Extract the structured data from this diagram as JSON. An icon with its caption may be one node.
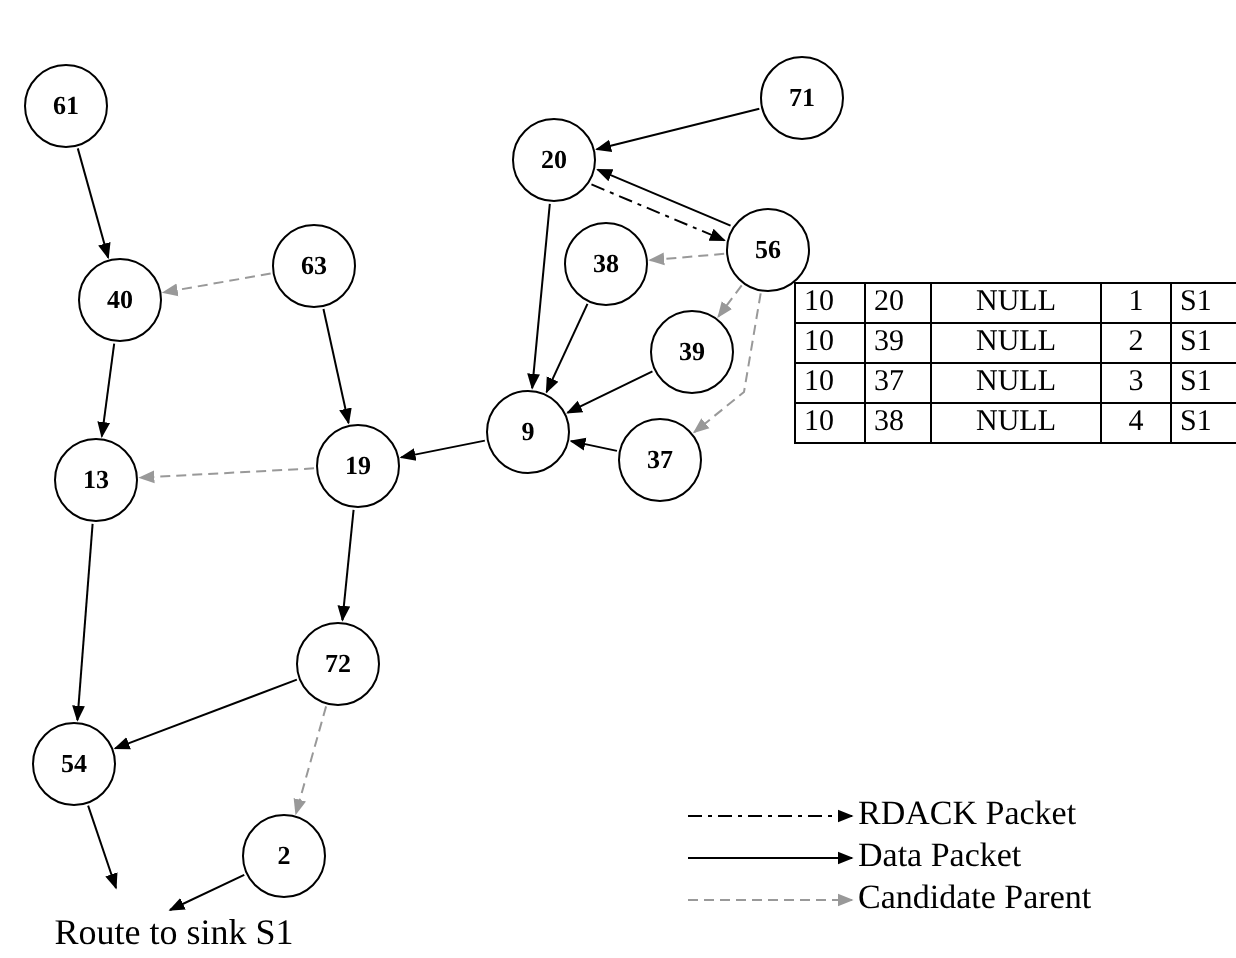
{
  "diagram": {
    "nodes": [
      {
        "text": [
          "61"
        ]
      },
      {
        "text": [
          "71"
        ]
      },
      {
        "text": [
          "20"
        ]
      },
      {
        "text": [
          "56"
        ]
      },
      {
        "text": [
          "38"
        ]
      },
      {
        "text": [
          "63"
        ]
      },
      {
        "text": [
          "40"
        ]
      },
      {
        "text": [
          "39"
        ]
      },
      {
        "text": [
          "9"
        ]
      },
      {
        "text": [
          "37"
        ]
      },
      {
        "text": [
          "13"
        ]
      },
      {
        "text": [
          "19"
        ]
      },
      {
        "text": [
          "72"
        ]
      },
      {
        "text": [
          "54"
        ]
      },
      {
        "text": [
          "2"
        ]
      },
      {
        "text": [
          "Route to sink S1"
        ]
      }
    ],
    "edges": [
      {
        "from": 0,
        "to": 6,
        "arrow": "to"
      },
      {
        "from": 1,
        "to": 2,
        "arrow": "to"
      },
      {
        "from": 2,
        "to": 3,
        "arrow": "to",
        "style": "dashed"
      },
      {
        "from": 3,
        "to": 2,
        "arrow": "to"
      },
      {
        "from": 3,
        "to": 4,
        "arrow": "to",
        "style": "dashed",
        "color": "#999999"
      },
      {
        "from": 3,
        "to": 7,
        "arrow": "to",
        "style": "dashed",
        "color": "#999999"
      },
      {
        "from": 3,
        "to": 9,
        "arrow": "to",
        "style": "dashed",
        "color": "#999999"
      },
      {
        "from": 2,
        "to": 8,
        "arrow": "to"
      },
      {
        "from": 4,
        "to": 8,
        "arrow": "to"
      },
      {
        "from": 7,
        "to": 8,
        "arrow": "to"
      },
      {
        "from": 9,
        "to": 8,
        "arrow": "to"
      },
      {
        "from": 8,
        "to": 11,
        "arrow": "to"
      },
      {
        "from": 5,
        "to": 6,
        "arrow": "to",
        "style": "dashed",
        "color": "#999999"
      },
      {
        "from": 5,
        "to": 11,
        "arrow": "to"
      },
      {
        "from": 6,
        "to": 10,
        "arrow": "to"
      },
      {
        "from": 11,
        "to": 10,
        "arrow": "to",
        "style": "dashed",
        "color": "#999999"
      },
      {
        "from": 11,
        "to": 12,
        "arrow": "to"
      },
      {
        "from": 10,
        "to": 13,
        "arrow": "to"
      },
      {
        "from": 12,
        "to": 13,
        "arrow": "to"
      },
      {
        "from": 12,
        "to": 14,
        "arrow": "to",
        "style": "dashed",
        "color": "#999999"
      },
      {
        "from": 13,
        "to": 15,
        "arrow": "to"
      },
      {
        "from": 14,
        "to": 15,
        "arrow": "to"
      }
    ],
    "labels": [
      "10",
      "20",
      "NULL",
      "1",
      "S1",
      "10",
      "39",
      "NULL",
      "2",
      "S1",
      "10",
      "37",
      "NULL",
      "3",
      "S1",
      "10",
      "38",
      "NULL",
      "4",
      "S1"
    ],
    "legend": [
      {
        "text": "RDACK Packet"
      },
      {
        "text": "Data Packet"
      },
      {
        "text": "Candidate Parent"
      }
    ]
  }
}
